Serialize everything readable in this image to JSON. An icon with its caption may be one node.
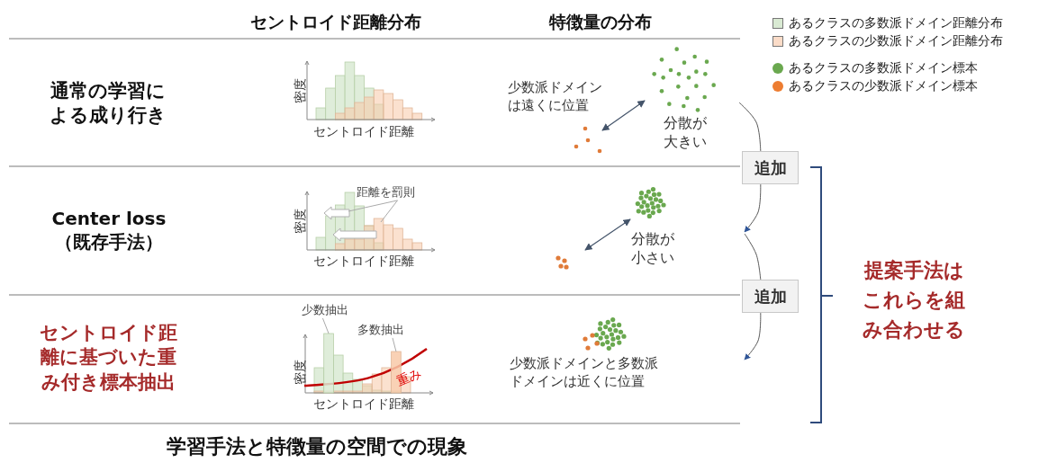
{
  "diagram": {
    "caption": "学習手法と特徴量の空間での現象",
    "nodes": [
      {
        "text": [
          "通常の学習による成り行き"
        ]
      },
      {
        "text": [
          "Center loss （既存手法）"
        ]
      },
      {
        "text": [
          "セントロイド距離に基づいた重み付き標本抽出"
        ]
      },
      {
        "text": [
          "追加"
        ]
      },
      {
        "text": [
          "追加"
        ]
      },
      {
        "text": [
          "提案手法はこれらを組み合わせる"
        ]
      },
      {
        "text": [
          "距離を罰則"
        ]
      },
      {
        "text": [
          "少数抽出"
        ]
      },
      {
        "text": [
          "多数抽出"
        ]
      },
      {
        "text": [],
        "shape": "bar"
      },
      {
        "text": [],
        "shape": "bar"
      }
    ],
    "edges": [
      {
        "from": null,
        "to": 3,
        "arrow": "none"
      },
      {
        "from": 3,
        "to": null,
        "arrow": "to"
      },
      {
        "from": null,
        "to": 4,
        "arrow": "none"
      },
      {
        "from": 4,
        "to": null,
        "arrow": "to"
      },
      {
        "from": 6,
        "to": null,
        "arrow": "none"
      },
      {
        "from": 6,
        "to": null,
        "arrow": "none"
      },
      {
        "from": 7,
        "to": 9,
        "arrow": "none"
      },
      {
        "from": 8,
        "to": 10,
        "arrow": "none"
      }
    ],
    "labels": [
      "セントロイド距離分布",
      "特徴量の分布",
      "密度",
      "セントロイド距離",
      "少数派ドメインは遠くに位置",
      "分散が大きい",
      "密度",
      "セントロイド距離",
      "分散が小さい",
      "密度",
      "重み",
      "セントロイド距離",
      "少数派ドメインと多数派ドメインは近くに位置"
    ],
    "legend": [
      {
        "text": "あるクラスの多数派ドメイン距離分布",
        "color": "#d9ead3"
      },
      {
        "text": "あるクラスの少数派ドメイン距離分布",
        "color": "#fbdcc8"
      },
      {
        "text": "あるクラスの多数派ドメイン標本",
        "color": "#6aa84f"
      },
      {
        "text": "あるクラスの少数派ドメイン標本",
        "color": "#ed7d31"
      }
    ]
  }
}
